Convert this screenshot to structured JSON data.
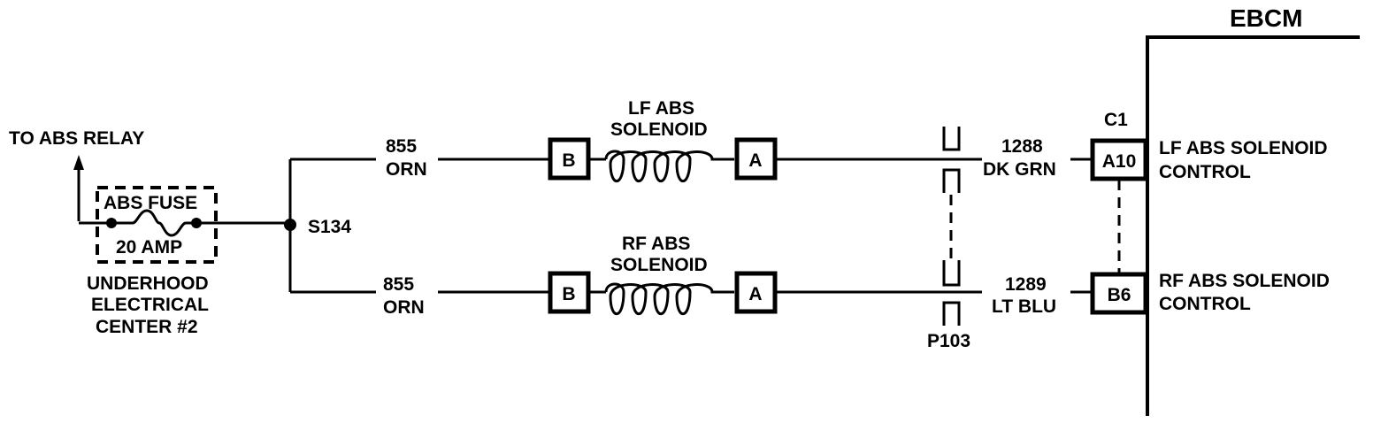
{
  "ebcm": {
    "title": "EBCM",
    "connector": "C1"
  },
  "relay": {
    "label": "TO ABS RELAY"
  },
  "fuse": {
    "name": "ABS FUSE",
    "rating": "20 AMP",
    "location": [
      "UNDERHOOD",
      "ELECTRICAL",
      "CENTER #2"
    ]
  },
  "splice": {
    "label": "S134"
  },
  "circuits": {
    "lf_feed": {
      "number": "855",
      "color": "ORN"
    },
    "rf_feed": {
      "number": "855",
      "color": "ORN"
    },
    "lf_control": {
      "number": "1288",
      "color": "DK GRN"
    },
    "rf_control": {
      "number": "1289",
      "color": "LT BLU"
    }
  },
  "solenoids": {
    "lf": {
      "name": [
        "LF ABS",
        "SOLENOID"
      ],
      "pin_in": "B",
      "pin_out": "A"
    },
    "rf": {
      "name": [
        "RF ABS",
        "SOLENOID"
      ],
      "pin_in": "B",
      "pin_out": "A"
    }
  },
  "inline_connector": {
    "label": "P103"
  },
  "ebcm_pins": {
    "lf": {
      "pin": "A10",
      "function": [
        "LF ABS SOLENOID",
        "CONTROL"
      ]
    },
    "rf": {
      "pin": "B6",
      "function": [
        "RF ABS SOLENOID",
        "CONTROL"
      ]
    }
  }
}
